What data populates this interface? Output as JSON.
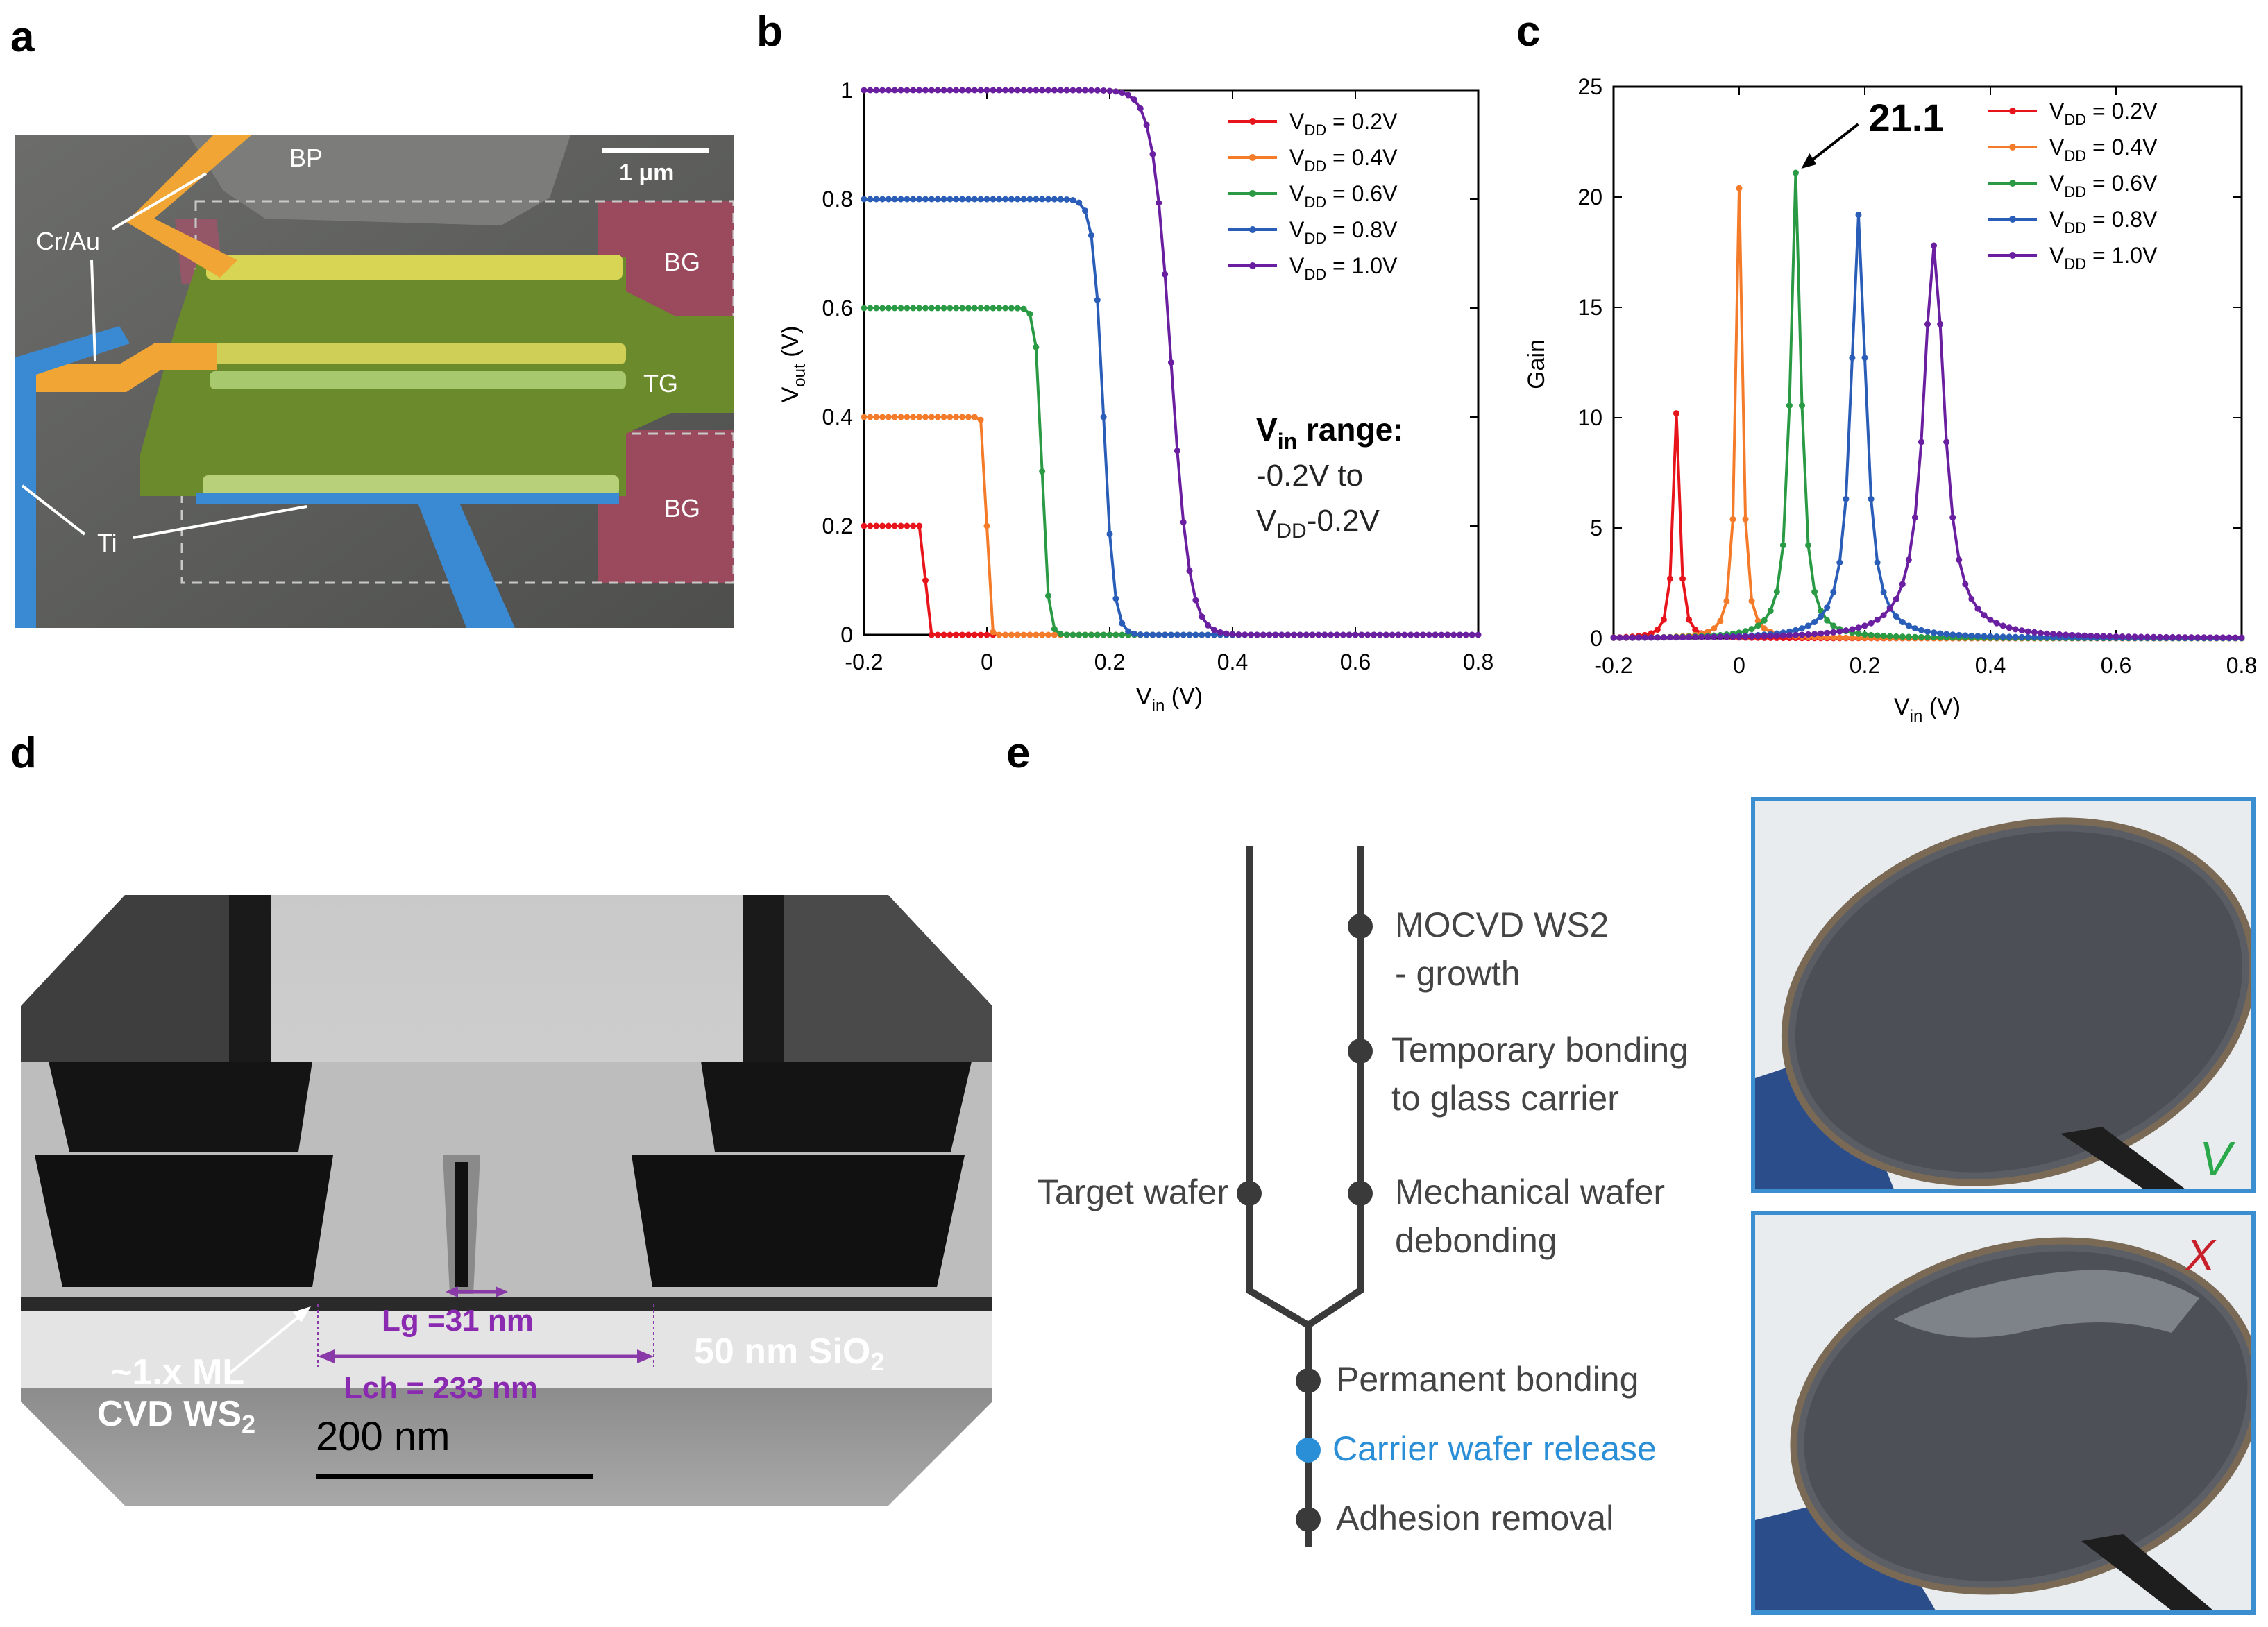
{
  "panels": {
    "a": {
      "letter": "a",
      "labels": {
        "bp": "BP",
        "scale": "1 μm",
        "cr_au": "Cr/Au",
        "ti": "Ti",
        "bg_top": "BG",
        "tg": "TG",
        "bg_bottom": "BG"
      }
    },
    "b": {
      "letter": "b",
      "annotation_title": "V",
      "annotation_title_sub": "in",
      "annotation_title_rest": " range:",
      "annotation_line2": "-0.2V to",
      "annotation_line3_v": "V",
      "annotation_line3_sub": "DD",
      "annotation_line3_rest": "-0.2V"
    },
    "c": {
      "letter": "c",
      "peak_label": "21.1"
    },
    "d": {
      "letter": "d",
      "labels": {
        "lg": "Lg =31 nm",
        "lch": "Lch = 233 nm",
        "oxide": "50 nm SiO",
        "oxide_sub": "2",
        "ws2_line1": "~1.x ML",
        "ws2_line2": "CVD WS",
        "ws2_sub": "2",
        "scale": "200 nm"
      }
    },
    "e": {
      "letter": "e",
      "flow": {
        "target": "Target wafer",
        "steps_right": [
          "MOCVD WS2",
          "- growth",
          "Temporary bonding",
          "to glass carrier",
          "Mechanical wafer",
          "debonding"
        ],
        "steps_bottom": [
          "Permanent bonding",
          "Carrier wafer release",
          "Adhesion removal"
        ]
      },
      "photo_marks": {
        "good": "V",
        "bad": "X"
      },
      "colors": {
        "highlight": "#2a8fd6"
      }
    }
  },
  "chart_data": [
    {
      "type": "line",
      "panel": "b",
      "xlabel": "V",
      "xlabel_sub": "in",
      "xlabel_unit": " (V)",
      "ylabel": "V",
      "ylabel_sub": "out",
      "ylabel_unit": " (V)",
      "xlim": [
        -0.2,
        0.8
      ],
      "ylim": [
        0,
        1
      ],
      "xticks": [
        "-0.2",
        "0",
        "0.2",
        "0.4",
        "0.6",
        "0.8"
      ],
      "yticks": [
        "0",
        "0.2",
        "0.4",
        "0.6",
        "0.8",
        "1"
      ],
      "legend_position": "top-right",
      "series": [
        {
          "name": "V",
          "name_sub": "DD",
          "name_rest": " = 0.2V",
          "vdd": 0.2,
          "vm": -0.1,
          "n": 55,
          "color": "#e8141b"
        },
        {
          "name": "V",
          "name_sub": "DD",
          "name_rest": " = 0.4V",
          "vdd": 0.4,
          "vm": 0.0,
          "n": 60,
          "color": "#f47b2a"
        },
        {
          "name": "V",
          "name_sub": "DD",
          "name_rest": " = 0.6V",
          "vdd": 0.6,
          "vm": 0.09,
          "n": 50,
          "color": "#2a9a45"
        },
        {
          "name": "V",
          "name_sub": "DD",
          "name_rest": " = 0.8V",
          "vdd": 0.8,
          "vm": 0.19,
          "n": 40,
          "color": "#2a5db8"
        },
        {
          "name": "V",
          "name_sub": "DD",
          "name_rest": " = 1.0V",
          "vdd": 1.0,
          "vm": 0.3,
          "n": 28,
          "color": "#6a1fa0"
        }
      ]
    },
    {
      "type": "line",
      "panel": "c",
      "xlabel": "V",
      "xlabel_sub": "in",
      "xlabel_unit": " (V)",
      "ylabel": "Gain",
      "xlim": [
        -0.2,
        0.8
      ],
      "ylim": [
        0,
        25
      ],
      "xticks": [
        "-0.2",
        "0",
        "0.2",
        "0.4",
        "0.6",
        "0.8"
      ],
      "yticks": [
        "0",
        "5",
        "10",
        "15",
        "20",
        "25"
      ],
      "legend_position": "top-right",
      "annotation": {
        "text": "21.1",
        "x": 0.09,
        "y": 21.1
      },
      "series": [
        {
          "name": "V",
          "name_sub": "DD",
          "name_rest": " = 0.2V",
          "peak_x": -0.1,
          "peak_y": 10.2,
          "width": 0.006,
          "color": "#e8141b"
        },
        {
          "name": "V",
          "name_sub": "DD",
          "name_rest": " = 0.4V",
          "peak_x": 0.0,
          "peak_y": 20.4,
          "width": 0.006,
          "color": "#f47b2a"
        },
        {
          "name": "V",
          "name_sub": "DD",
          "name_rest": " = 0.6V",
          "peak_x": 0.09,
          "peak_y": 21.1,
          "width": 0.01,
          "color": "#2a9a45"
        },
        {
          "name": "V",
          "name_sub": "DD",
          "name_rest": " = 0.8V",
          "peak_x": 0.19,
          "peak_y": 19.2,
          "width": 0.014,
          "color": "#2a5db8"
        },
        {
          "name": "V",
          "name_sub": "DD",
          "name_rest": " = 1.0V",
          "peak_x": 0.31,
          "peak_y": 17.8,
          "width": 0.02,
          "color": "#6a1fa0"
        }
      ]
    }
  ]
}
